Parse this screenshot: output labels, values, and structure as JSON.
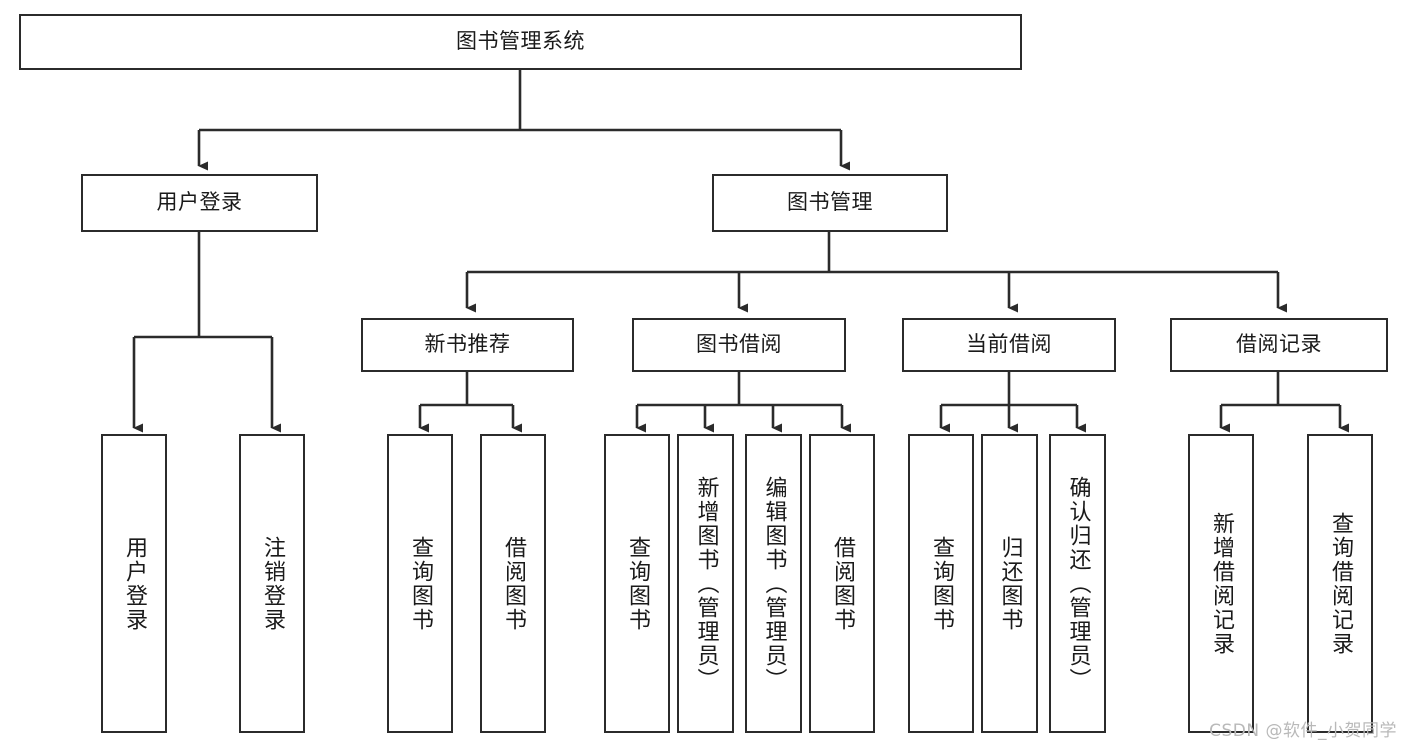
{
  "diagram": {
    "type": "tree",
    "title": "图书管理系统",
    "root": {
      "id": "root",
      "label": "图书管理系统"
    },
    "level2": [
      {
        "id": "user-login",
        "label": "用户登录"
      },
      {
        "id": "book-manage",
        "label": "图书管理"
      }
    ],
    "level3": [
      {
        "id": "new-book-rec",
        "label": "新书推荐"
      },
      {
        "id": "book-borrow",
        "label": "图书借阅"
      },
      {
        "id": "current-borrow",
        "label": "当前借阅"
      },
      {
        "id": "borrow-record",
        "label": "借阅记录"
      }
    ],
    "leaves": [
      {
        "id": "leaf-user-login",
        "label": "用户登录",
        "parent": "user-login"
      },
      {
        "id": "leaf-user-logout",
        "label": "注销登录",
        "parent": "user-login"
      },
      {
        "id": "leaf-query-book-1",
        "label": "查询图书",
        "parent": "new-book-rec"
      },
      {
        "id": "leaf-borrow-book-1",
        "label": "借阅图书",
        "parent": "new-book-rec"
      },
      {
        "id": "leaf-query-book-2",
        "label": "查询图书",
        "parent": "book-borrow"
      },
      {
        "id": "leaf-add-book",
        "label": "新增图书（管理员）",
        "parent": "book-borrow"
      },
      {
        "id": "leaf-edit-book",
        "label": "编辑图书（管理员）",
        "parent": "book-borrow"
      },
      {
        "id": "leaf-borrow-book-2",
        "label": "借阅图书",
        "parent": "book-borrow"
      },
      {
        "id": "leaf-query-book-3",
        "label": "查询图书",
        "parent": "current-borrow"
      },
      {
        "id": "leaf-return-book",
        "label": "归还图书",
        "parent": "current-borrow"
      },
      {
        "id": "leaf-confirm-return",
        "label": "确认归还（管理员）",
        "parent": "current-borrow"
      },
      {
        "id": "leaf-add-record",
        "label": "新增借阅记录",
        "parent": "borrow-record"
      },
      {
        "id": "leaf-query-record",
        "label": "查询借阅记录",
        "parent": "borrow-record"
      }
    ],
    "colors": {
      "stroke": "#2b2b2b",
      "fill": "#ffffff",
      "text": "#1a1a1a",
      "watermark": "#b9b9b9"
    }
  },
  "watermark": {
    "text": "CSDN @软件_小贺同学"
  }
}
